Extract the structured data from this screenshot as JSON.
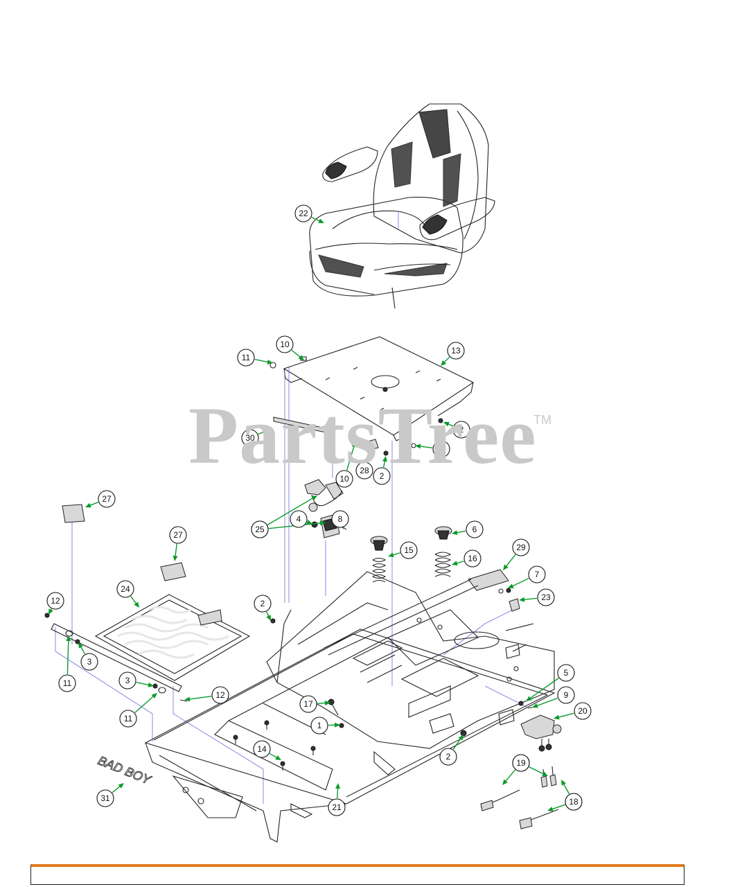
{
  "watermark": {
    "text": "PartsTree",
    "trademark": "TM"
  },
  "brand_logo": {
    "text": "BAD BOY"
  },
  "colors": {
    "leader": "#0a9a2a",
    "guide_line": "#6b6be0",
    "accent_bar": "#e07a1a",
    "watermark": "#c9c9c9"
  },
  "callouts": [
    {
      "label": "22",
      "target": [
        468,
        322
      ]
    },
    {
      "label": "10",
      "target": [
        439,
        520
      ]
    },
    {
      "label": "11",
      "target": [
        394,
        524
      ]
    },
    {
      "label": "13",
      "target": [
        636,
        528
      ]
    },
    {
      "label": "2",
      "target": [
        640,
        609
      ]
    },
    {
      "label": "30",
      "target": [
        392,
        618
      ]
    },
    {
      "label": "11",
      "target": [
        599,
        643
      ]
    },
    {
      "label": "10",
      "target": [
        513,
        637
      ]
    },
    {
      "label": "28",
      "target": [
        535,
        652
      ]
    },
    {
      "label": "2",
      "target": [
        557,
        658
      ]
    },
    {
      "label": "27",
      "target": [
        123,
        732
      ]
    },
    {
      "label": "25",
      "target": [
        458,
        715
      ]
    },
    {
      "label": "25",
      "target": [
        470,
        754
      ]
    },
    {
      "label": "4",
      "target": [
        451,
        756
      ]
    },
    {
      "label": "8",
      "target": [
        496,
        764
      ]
    },
    {
      "label": "6",
      "target": [
        652,
        770
      ]
    },
    {
      "label": "15",
      "target": [
        560,
        803
      ]
    },
    {
      "label": "16",
      "target": [
        652,
        815
      ]
    },
    {
      "label": "29",
      "target": [
        726,
        823
      ]
    },
    {
      "label": "27",
      "target": [
        252,
        810
      ]
    },
    {
      "label": "7",
      "target": [
        733,
        849
      ]
    },
    {
      "label": "23",
      "target": [
        749,
        866
      ]
    },
    {
      "label": "24",
      "target": [
        201,
        877
      ]
    },
    {
      "label": "2",
      "target": [
        391,
        896
      ]
    },
    {
      "label": "12",
      "target": [
        70,
        887
      ]
    },
    {
      "label": "3",
      "target": [
        113,
        927
      ]
    },
    {
      "label": "11",
      "target": [
        99,
        917
      ]
    },
    {
      "label": "3",
      "target": [
        222,
        990
      ]
    },
    {
      "label": "11",
      "target": [
        227,
        1000
      ]
    },
    {
      "label": "12",
      "target": [
        266,
        1010
      ]
    },
    {
      "label": "5",
      "target": [
        759,
        1012
      ]
    },
    {
      "label": "9",
      "target": [
        768,
        1021
      ]
    },
    {
      "label": "20",
      "target": [
        799,
        1037
      ]
    },
    {
      "label": "17",
      "target": [
        477,
        1014
      ]
    },
    {
      "label": "1",
      "target": [
        491,
        1046
      ]
    },
    {
      "label": "14",
      "target": [
        406,
        1097
      ]
    },
    {
      "label": "2",
      "target": [
        669,
        1060
      ]
    },
    {
      "label": "19",
      "target": [
        725,
        1133
      ]
    },
    {
      "label": "19",
      "target": [
        791,
        1120
      ]
    },
    {
      "label": "18",
      "target": [
        810,
        1125
      ]
    },
    {
      "label": "18",
      "target": [
        790,
        1170
      ]
    },
    {
      "label": "21",
      "target": [
        488,
        1130
      ]
    },
    {
      "label": "31",
      "target": [
        179,
        1130
      ]
    }
  ]
}
